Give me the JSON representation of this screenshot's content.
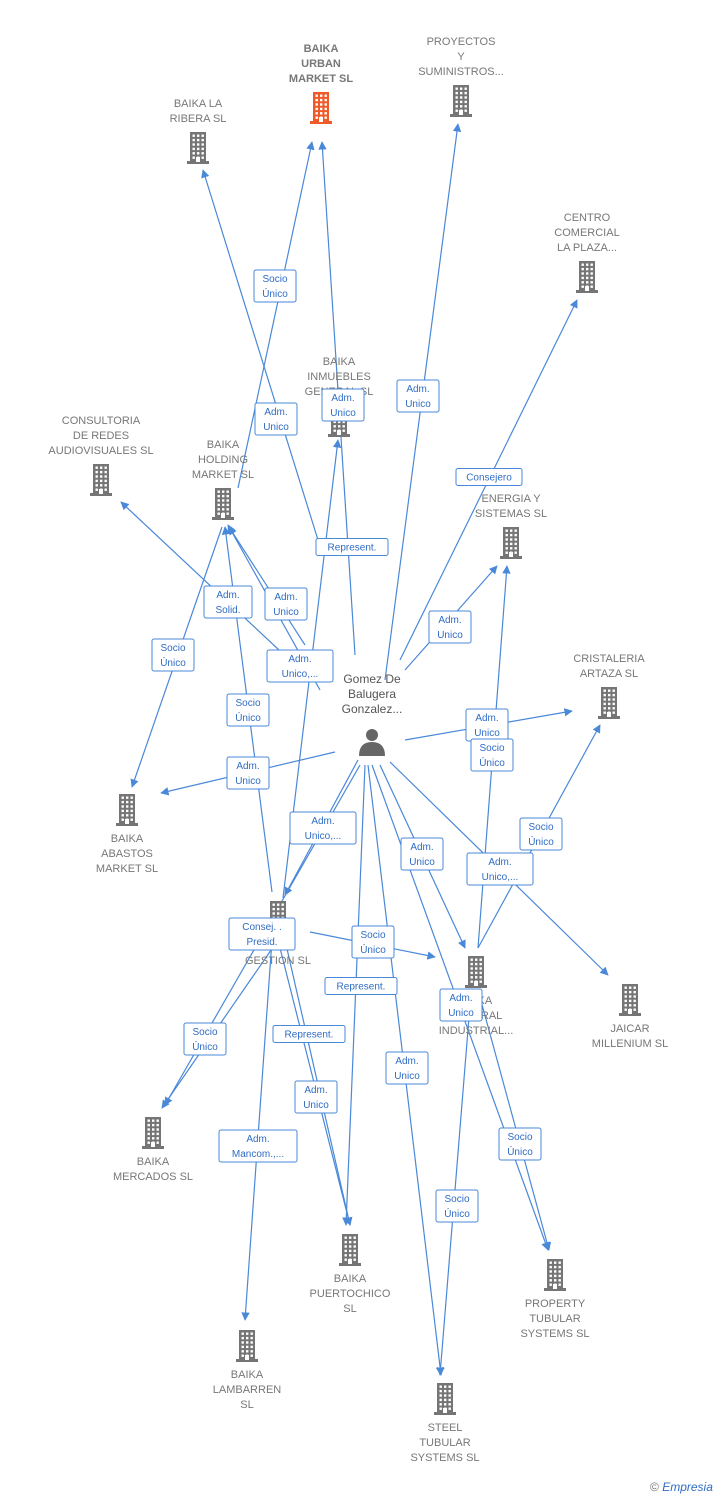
{
  "colors": {
    "edge": "#4a88d8",
    "building": "#757575",
    "highlight": "#f05a28",
    "label": "#777777",
    "rel_text": "#2f6cc4"
  },
  "person": {
    "id": "p",
    "lines": [
      "Gomez De",
      "Balugera",
      "Gonzalez..."
    ],
    "icon": "person-icon"
  },
  "companies": [
    {
      "id": "urban",
      "lines": [
        "BAIKA",
        "URBAN",
        "MARKET  SL"
      ],
      "highlight": true,
      "icon": "building-icon"
    },
    {
      "id": "proyectos",
      "lines": [
        "PROYECTOS",
        "Y",
        "SUMINISTROS..."
      ],
      "icon": "building-icon"
    },
    {
      "id": "ribera",
      "lines": [
        "BAIKA LA",
        "RIBERA  SL"
      ],
      "icon": "building-icon"
    },
    {
      "id": "centro",
      "lines": [
        "CENTRO",
        "COMERCIAL",
        "LA PLAZA..."
      ],
      "icon": "building-icon"
    },
    {
      "id": "inmuebles",
      "lines": [
        "BAIKA",
        "INMUEBLES",
        "GENERAL  SL"
      ],
      "icon": "building-icon"
    },
    {
      "id": "consultoria",
      "lines": [
        "CONSULTORIA",
        "DE REDES",
        "AUDIOVISUALES SL"
      ],
      "icon": "building-icon"
    },
    {
      "id": "holding",
      "lines": [
        "BAIKA",
        "HOLDING",
        "MARKET  SL"
      ],
      "icon": "building-icon"
    },
    {
      "id": "energia",
      "lines": [
        "ENERGIA Y",
        "SISTEMAS  SL"
      ],
      "icon": "building-icon"
    },
    {
      "id": "cristaleria",
      "lines": [
        "CRISTALERIA",
        "ARTAZA SL"
      ],
      "icon": "building-icon"
    },
    {
      "id": "abastos",
      "lines": [
        "BAIKA",
        "ABASTOS",
        "MARKET  SL"
      ],
      "icon": "building-icon"
    },
    {
      "id": "gestion",
      "lines": [
        "BAIKA",
        "GESTION SL"
      ],
      "icon": "building-icon"
    },
    {
      "id": "industrial",
      "lines": [
        "BAIKA",
        "GENERAL",
        "INDUSTRIAL..."
      ],
      "icon": "building-icon"
    },
    {
      "id": "jaicar",
      "lines": [
        "JAICAR",
        "MILLENIUM  SL"
      ],
      "icon": "building-icon"
    },
    {
      "id": "mercados",
      "lines": [
        "BAIKA",
        "MERCADOS  SL"
      ],
      "icon": "building-icon"
    },
    {
      "id": "puertochico",
      "lines": [
        "BAIKA",
        "PUERTOCHICO",
        "SL"
      ],
      "icon": "building-icon"
    },
    {
      "id": "property",
      "lines": [
        "PROPERTY",
        "TUBULAR",
        "SYSTEMS  SL"
      ],
      "icon": "building-icon"
    },
    {
      "id": "lambarren",
      "lines": [
        "BAIKA",
        "LAMBARREN",
        "SL"
      ],
      "icon": "building-icon"
    },
    {
      "id": "steel",
      "lines": [
        "STEEL",
        "TUBULAR",
        "SYSTEMS  SL"
      ],
      "icon": "building-icon"
    }
  ],
  "relations": [
    {
      "from": "p",
      "to": "urban",
      "lines": [
        "Adm.",
        "Unico"
      ]
    },
    {
      "from": "holding",
      "to": "urban",
      "lines": [
        "Socio",
        "Único"
      ]
    },
    {
      "from": "p",
      "to": "ribera",
      "lines": [
        "Adm.",
        "Unico"
      ]
    },
    {
      "from": "p",
      "to": "proyectos",
      "lines": [
        "Adm.",
        "Unico"
      ]
    },
    {
      "from": "p",
      "to": "centro",
      "lines": [
        "Consejero"
      ]
    },
    {
      "from": "gestion",
      "to": "inmuebles",
      "lines": [
        "Represent."
      ]
    },
    {
      "from": "p",
      "to": "consultoria",
      "lines": [
        "Adm.",
        "Solid."
      ]
    },
    {
      "from": "p",
      "to": "holding",
      "lines": [
        "Adm.",
        "Unico"
      ]
    },
    {
      "from": "p",
      "to": "holding",
      "lines": [
        "Adm.",
        "Unico,..."
      ]
    },
    {
      "from": "p",
      "to": "energia",
      "lines": [
        "Adm.",
        "Unico"
      ]
    },
    {
      "from": "holding",
      "to": "abastos",
      "lines": [
        "Socio",
        "Único"
      ]
    },
    {
      "from": "p",
      "to": "abastos",
      "lines": [
        "Adm.",
        "Unico"
      ]
    },
    {
      "from": "gestion",
      "to": "holding",
      "lines": [
        "Socio",
        "Único"
      ]
    },
    {
      "from": "p",
      "to": "cristaleria",
      "lines": [
        "Adm.",
        "Unico"
      ]
    },
    {
      "from": "industrial",
      "to": "energia",
      "lines": [
        "Socio",
        "Único"
      ]
    },
    {
      "from": "p",
      "to": "gestion",
      "lines": [
        "Adm.",
        "Unico,..."
      ]
    },
    {
      "from": "p",
      "to": "industrial",
      "lines": [
        "Adm.",
        "Unico"
      ]
    },
    {
      "from": "industrial",
      "to": "cristaleria",
      "lines": [
        "Socio",
        "Único"
      ]
    },
    {
      "from": "p",
      "to": "jaicar",
      "lines": [
        "Adm.",
        "Unico,..."
      ]
    },
    {
      "from": "p",
      "to": "mercados",
      "lines": [
        "Consej. .",
        "Presid."
      ]
    },
    {
      "from": "gestion",
      "to": "industrial",
      "lines": [
        "Socio",
        "Único"
      ]
    },
    {
      "from": "p",
      "to": "puertochico",
      "lines": [
        "Represent."
      ]
    },
    {
      "from": "p",
      "to": "property",
      "lines": [
        "Adm.",
        "Unico"
      ]
    },
    {
      "from": "gestion",
      "to": "mercados",
      "lines": [
        "Socio",
        "Único"
      ]
    },
    {
      "from": "gestion",
      "to": "puertochico",
      "lines": [
        "Represent."
      ]
    },
    {
      "from": "gestion",
      "to": "puertochico",
      "lines": [
        "Adm.",
        "Unico"
      ]
    },
    {
      "from": "p",
      "to": "steel",
      "lines": [
        "Adm.",
        "Unico"
      ]
    },
    {
      "from": "industrial",
      "to": "property",
      "lines": [
        "Socio",
        "Único"
      ]
    },
    {
      "from": "gestion",
      "to": "lambarren",
      "lines": [
        "Adm.",
        "Mancom.,..."
      ]
    },
    {
      "from": "industrial",
      "to": "steel",
      "lines": [
        "Socio",
        "Único"
      ]
    }
  ],
  "footer": {
    "copyright": "©",
    "brand": "Empresia"
  }
}
